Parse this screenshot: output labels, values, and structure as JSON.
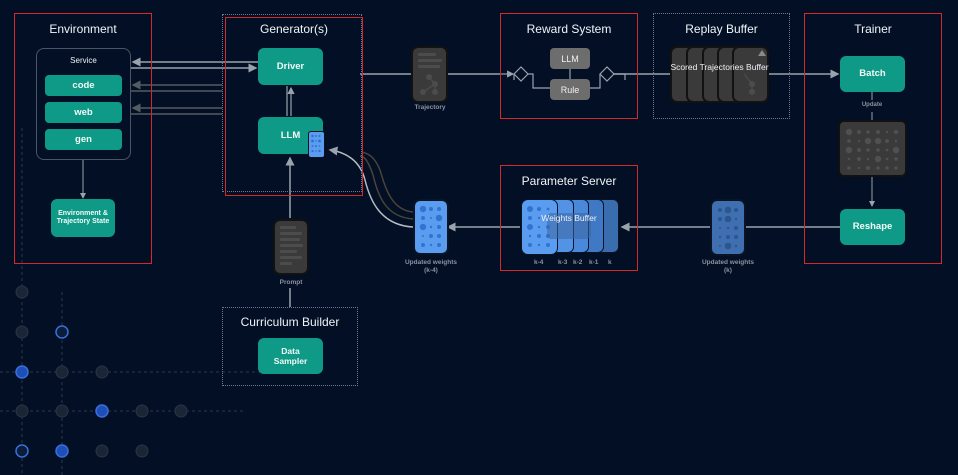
{
  "diagram": {
    "environment": {
      "title": "Environment",
      "service_title": "Service",
      "services": [
        "code",
        "web",
        "gen"
      ],
      "state_label": "Environment & Trajectory State"
    },
    "generators": {
      "title": "Generator(s)",
      "driver": "Driver",
      "llm": "LLM"
    },
    "trajectory": {
      "caption": "Trajectory"
    },
    "reward_system": {
      "title": "Reward System",
      "llm": "LLM",
      "rule": "Rule"
    },
    "replay_buffer": {
      "title": "Replay Buffer",
      "buffer_label": "Scored Trajectories Buffer"
    },
    "trainer": {
      "title": "Trainer",
      "batch": "Batch",
      "update": "Update",
      "reshape": "Reshape"
    },
    "parameter_server": {
      "title": "Parameter Server",
      "buffer_label": "Weights Buffer",
      "versions": [
        "k-4",
        "k-3",
        "k-2",
        "k-1",
        "k"
      ]
    },
    "updated_weights_k": {
      "caption_line1": "Updated weights",
      "caption_line2": "(k)"
    },
    "updated_weights_k4": {
      "caption_line1": "Updated weights",
      "caption_line2": "(k-4)"
    },
    "prompt": {
      "caption": "Prompt"
    },
    "curriculum_builder": {
      "title": "Curriculum Builder",
      "sampler": "Data Sampler"
    },
    "colors": {
      "background": "#020f24",
      "teal": "#0e9a86",
      "highlight_red": "#d9262b",
      "weights_blue": "#5a9cf0",
      "node_gray": "#3a3a3a"
    }
  }
}
